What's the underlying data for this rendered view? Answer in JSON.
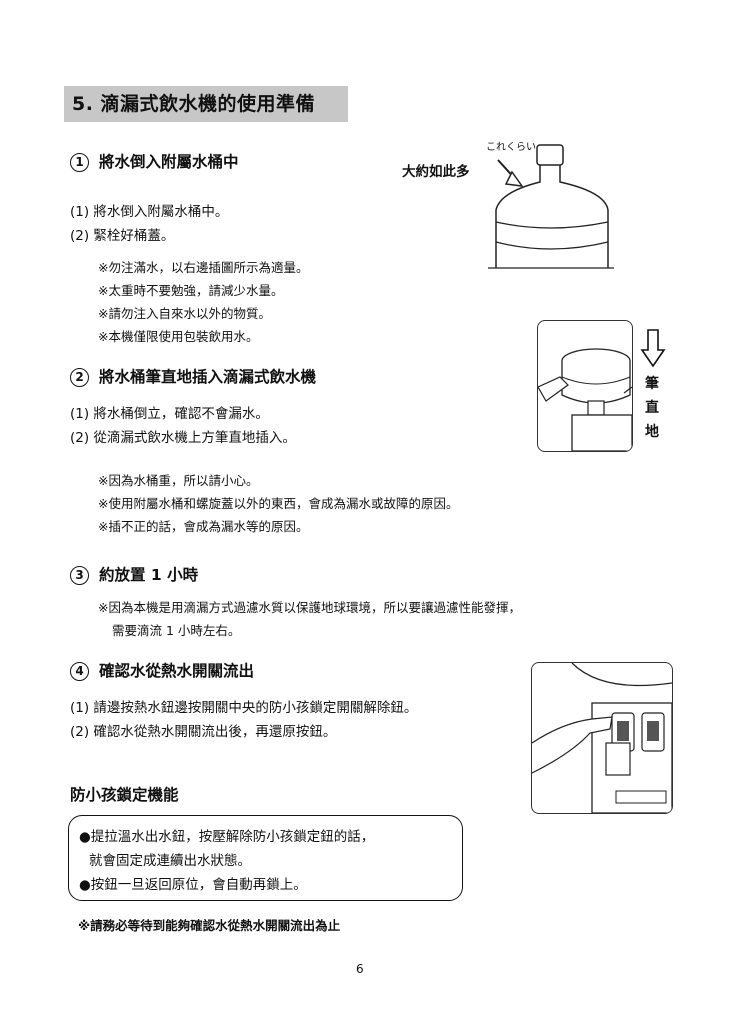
{
  "section": {
    "title": "5. 滴漏式飲水機的使用準備"
  },
  "step1": {
    "number": "1",
    "title": "將水倒入附屬水桶中",
    "items": [
      "(1) 將水倒入附屬水桶中。",
      "(2) 緊栓好桶蓋。"
    ],
    "notes": [
      "※勿注滿水，以右邊插圖所示為適量。",
      "※太重時不要勉強，請減少水量。",
      "※請勿注入自來水以外的物質。",
      "※本機僅限使用包裝飲用水。"
    ]
  },
  "illus1": {
    "jp_label": "これくらい",
    "label": "大約如此多"
  },
  "step2": {
    "number": "2",
    "title": "將水桶筆直地插入滴漏式飲水機",
    "items": [
      "(1) 將水桶倒立，確認不會漏水。",
      "(2) 從滴漏式飲水機上方筆直地插入。"
    ],
    "notes": [
      "※因為水桶重，所以請小心。",
      "※使用附屬水桶和螺旋蓋以外的東西，會成為漏水或故障的原因。",
      "※插不正的話，會成為漏水等的原因。"
    ]
  },
  "illus2": {
    "vertical_chars": [
      "筆",
      "直",
      "地"
    ]
  },
  "step3": {
    "number": "3",
    "title": "約放置 1 小時",
    "notes": [
      "※因為本機是用滴漏方式過濾水質以保護地球環境，所以要讓過濾性能發揮，",
      "需要滴流 1 小時左右。"
    ]
  },
  "step4": {
    "number": "4",
    "title": "確認水從熱水開關流出",
    "items": [
      "(1) 請邊按熱水鈕邊按開關中央的防小孩鎖定開關解除鈕。",
      "(2) 確認水從熱水開關流出後，再還原按鈕。"
    ]
  },
  "childlock": {
    "title": "防小孩鎖定機能",
    "lines": [
      "●提拉溫水出水鈕，按壓解除防小孩鎖定鈕的話，",
      "就會固定成連續出水狀態。",
      "●按鈕一旦返回原位，會自動再鎖上。"
    ],
    "footnote": "※請務必等待到能夠確認水從熱水開關流出為止"
  },
  "page": {
    "number": "6"
  }
}
